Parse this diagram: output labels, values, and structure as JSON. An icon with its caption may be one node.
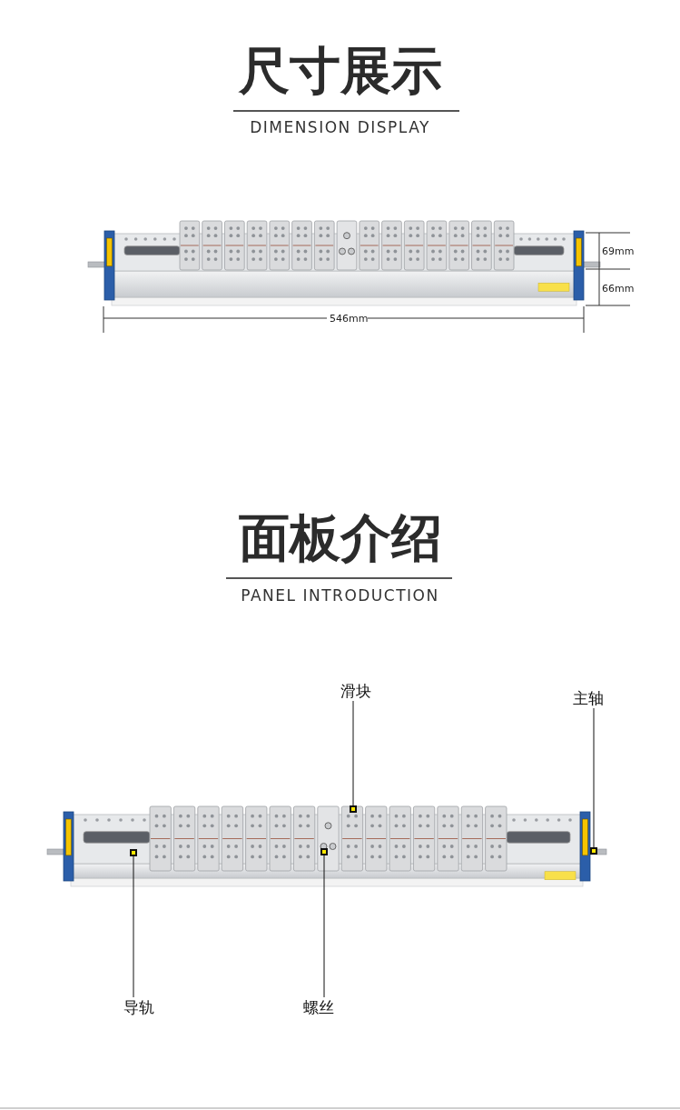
{
  "diagram": {
    "nodes": [
      {
        "text": [
          "滑块"
        ]
      },
      {
        "text": [
          "主轴"
        ]
      },
      {
        "text": [],
        "shape": "box"
      },
      {
        "text": [],
        "shape": "box"
      },
      {
        "text": [],
        "shape": "box"
      },
      {
        "text": [],
        "shape": "box"
      },
      {
        "text": [
          "导轨"
        ]
      },
      {
        "text": [
          "螺丝"
        ]
      }
    ],
    "edges": [
      {
        "from": 0,
        "to": 2,
        "arrow": "none"
      },
      {
        "from": 1,
        "to": 5,
        "arrow": "none"
      },
      {
        "from": 6,
        "to": 3,
        "arrow": "none"
      },
      {
        "from": 7,
        "to": 4,
        "arrow": "none"
      }
    ],
    "labels": [
      "尺寸展示",
      "DIMENSION DISPLAY",
      "69mm",
      "66mm",
      "546mm",
      "面板介绍",
      "PANEL INTRODUCTION"
    ]
  }
}
